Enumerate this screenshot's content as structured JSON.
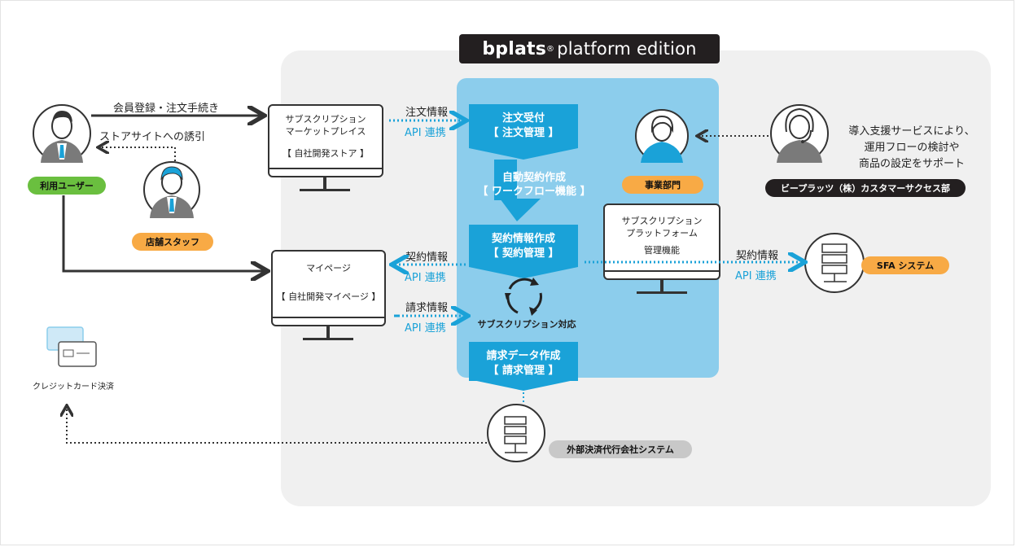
{
  "platform": {
    "brand": "bplats",
    "reg": "®",
    "edition": "platform edition"
  },
  "actors": {
    "user": "利用ユーザー",
    "store_staff": "店舗スタッフ",
    "business_dept": "事業部門",
    "success_team": "ビープラッツ（株）カスタマーサクセス部",
    "sfa": "SFA システム",
    "payment": "外部決済代行会社システム"
  },
  "arrows": {
    "register": "会員登録・注文手続き",
    "invite": "ストアサイトへの誘引"
  },
  "monitors": {
    "store": {
      "line1": "サブスクリプション",
      "line2": "マーケットプレイス",
      "line3": "【 自社開発ストア 】"
    },
    "mypage": {
      "line1": "マイページ",
      "line2": "【 自社開発マイページ 】"
    },
    "platform": {
      "line1": "サブスクリプション",
      "line2": "プラットフォーム",
      "line3": "管理機能"
    }
  },
  "process": {
    "order": {
      "line1": "注文受付",
      "line2": "【 注文管理 】"
    },
    "auto": {
      "line1": "自動契約作成",
      "line2": "【 ワークフロー機能 】"
    },
    "contract": {
      "line1": "契約情報作成",
      "line2": "【 契約管理 】"
    },
    "cycle": "サブスクリプション対応",
    "billing": {
      "line1": "請求データ作成",
      "line2": "【 請求管理 】"
    }
  },
  "connectors": {
    "order_info": "注文情報",
    "contract_info": "契約情報",
    "billing_info": "請求情報",
    "sfa_info": "契約情報",
    "api": "API 連携"
  },
  "support": {
    "line1": "導入支援サービスにより、",
    "line2": "運用フローの検討や",
    "line3": "商品の設定をサポート"
  },
  "credit_card": "クレジットカード決済",
  "colors": {
    "accent": "#1aa2d8",
    "panel": "#8ccdec",
    "green": "#6abf3f",
    "orange": "#f8aa45",
    "dark": "#231f20"
  }
}
